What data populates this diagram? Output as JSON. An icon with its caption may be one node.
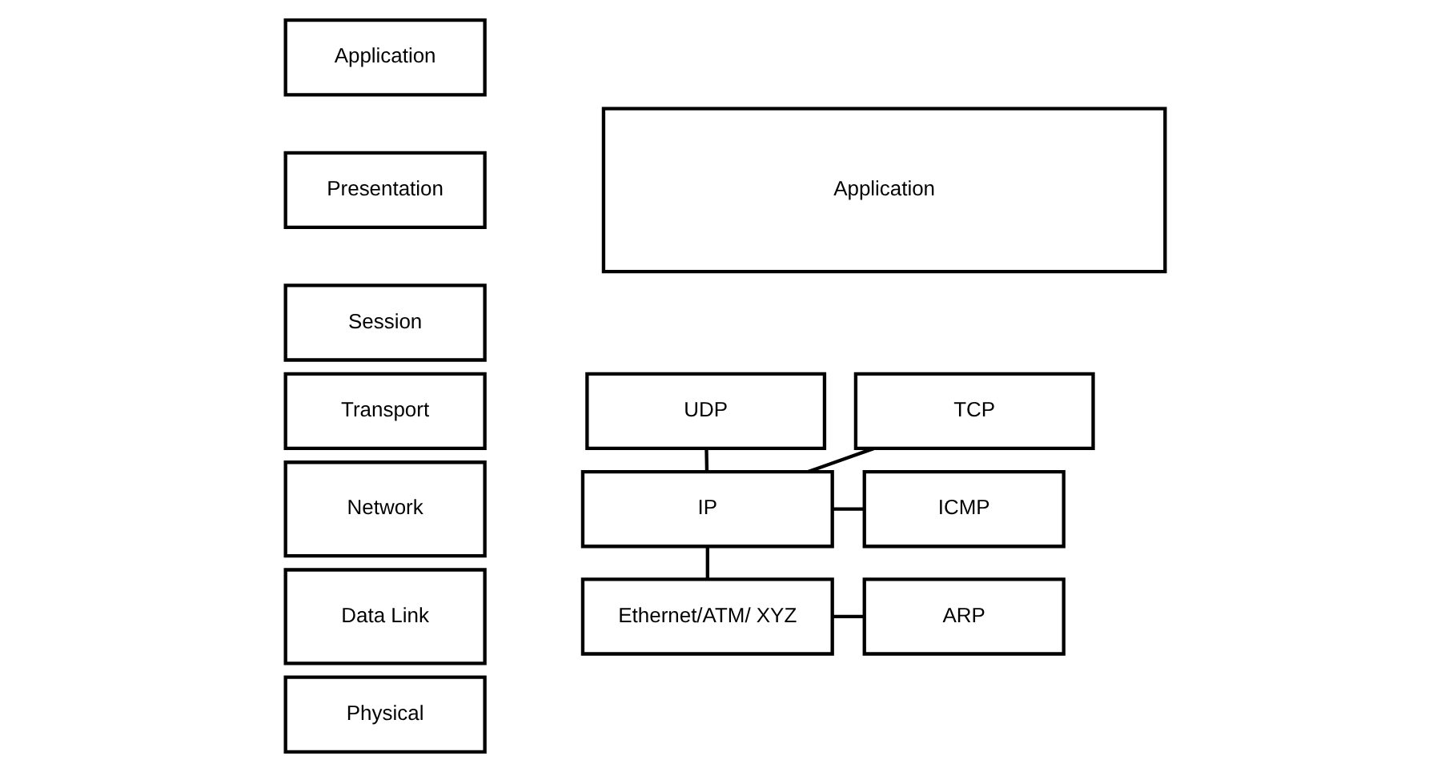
{
  "diagram": {
    "nodes": [
      {
        "text": [
          "Application"
        ]
      },
      {
        "text": [
          "Presentation"
        ]
      },
      {
        "text": [
          "Session"
        ]
      },
      {
        "text": [
          "Transport"
        ]
      },
      {
        "text": [
          "Network"
        ]
      },
      {
        "text": [
          "Data Link"
        ]
      },
      {
        "text": [
          "Physical"
        ]
      },
      {
        "text": [
          "Application"
        ]
      },
      {
        "text": [
          "UDP"
        ]
      },
      {
        "text": [
          "TCP"
        ]
      },
      {
        "text": [
          "IP"
        ]
      },
      {
        "text": [
          "ICMP"
        ]
      },
      {
        "text": [
          "Ethernet/ATM/ XYZ"
        ]
      },
      {
        "text": [
          "ARP"
        ]
      }
    ],
    "edges": [
      {
        "from": 8,
        "to": 10,
        "arrow": "none"
      },
      {
        "from": 9,
        "to": 10,
        "arrow": "none"
      },
      {
        "from": 10,
        "to": 11,
        "arrow": "none"
      },
      {
        "from": 10,
        "to": 12,
        "arrow": "none"
      },
      {
        "from": 12,
        "to": 13,
        "arrow": "none"
      }
    ]
  }
}
